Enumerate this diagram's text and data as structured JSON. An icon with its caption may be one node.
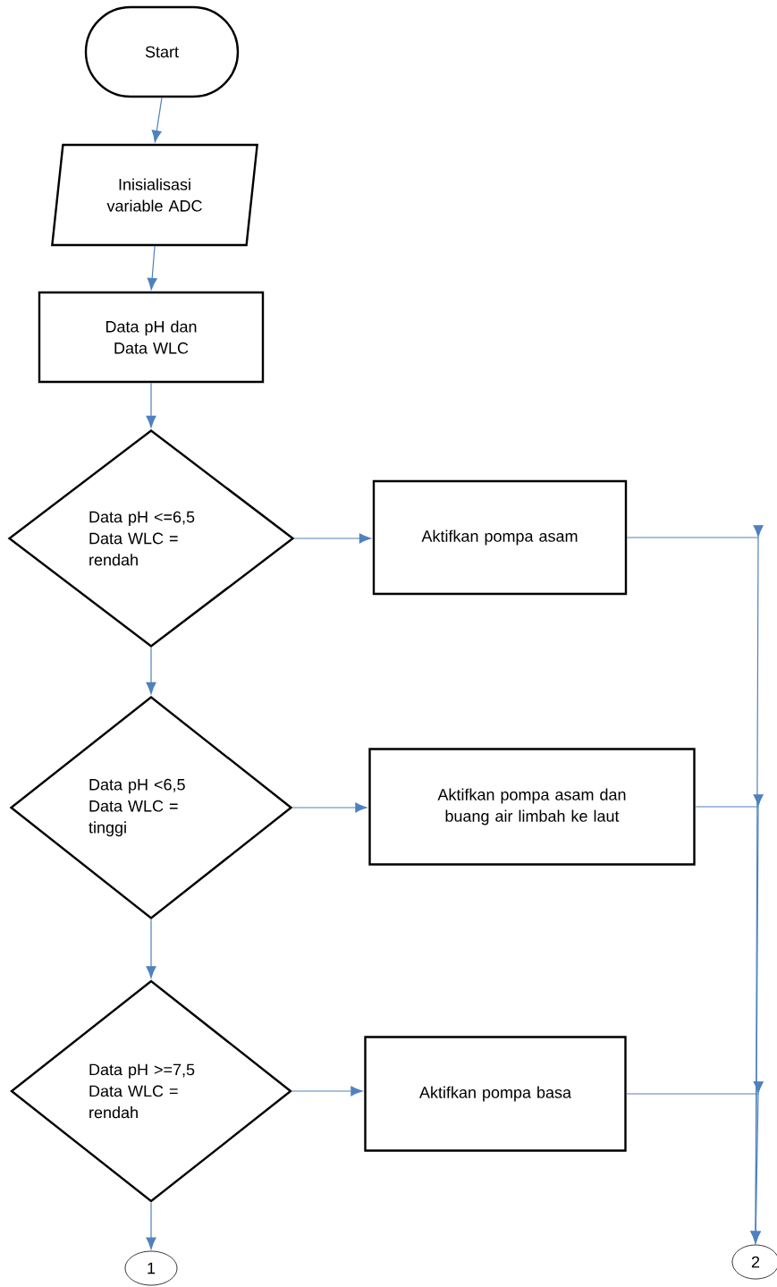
{
  "diagram": {
    "nodes": [
      {
        "text": [
          "Start"
        ]
      },
      {
        "text": [
          "Inisialisasi variable ADC"
        ]
      },
      {
        "text": [
          "Data pH dan Data WLC"
        ]
      },
      {
        "text": [
          "Data pH <=6,5 Data WLC = rendah"
        ]
      },
      {
        "text": [
          "Aktifkan pompa asam"
        ]
      },
      {
        "text": [
          "Data pH <6,5 Data WLC = tinggi"
        ]
      },
      {
        "text": [
          "Aktifkan pompa asam dan buang air limbah ke laut"
        ]
      },
      {
        "text": [
          "Data pH >=7,5 Data WLC = rendah"
        ]
      },
      {
        "text": [
          "Aktifkan pompa basa"
        ]
      },
      {
        "text": [
          "1"
        ]
      },
      {
        "text": [
          "2"
        ]
      }
    ],
    "edges": [
      {
        "from": 0,
        "to": 1,
        "arrow": "to"
      },
      {
        "from": 1,
        "to": 2,
        "arrow": "to"
      },
      {
        "from": 2,
        "to": 3,
        "arrow": "to"
      },
      {
        "from": 3,
        "to": 4,
        "arrow": "to"
      },
      {
        "from": 3,
        "to": 5,
        "arrow": "to"
      },
      {
        "from": 5,
        "to": 6,
        "arrow": "to"
      },
      {
        "from": 5,
        "to": 7,
        "arrow": "to"
      },
      {
        "from": 7,
        "to": 8,
        "arrow": "to"
      },
      {
        "from": 7,
        "to": 9,
        "arrow": "to"
      },
      {
        "from": 4,
        "to": 10,
        "arrow": "to"
      },
      {
        "from": 6,
        "to": 10,
        "arrow": "to"
      },
      {
        "from": 8,
        "to": 10,
        "arrow": "to"
      }
    ]
  }
}
